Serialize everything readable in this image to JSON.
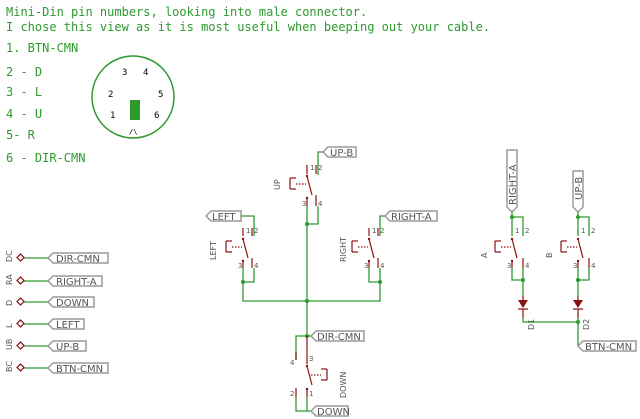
{
  "notes": {
    "line1": "Mini-Din pin numbers, looking into male connector.",
    "line2": "I chose this view as it is most useful when beeping out your cable."
  },
  "pin_legend": [
    "1. BTN-CMN",
    "2 - D",
    "3 - L",
    "4 - U",
    "5- R",
    "6 - DIR-CMN"
  ],
  "din": {
    "pins": [
      "1",
      "2",
      "3",
      "4",
      "5",
      "6"
    ],
    "key_mark": "/\\"
  },
  "connector": {
    "rows": [
      {
        "pin": "DC",
        "net": "DIR-CMN"
      },
      {
        "pin": "RA",
        "net": "RIGHT-A"
      },
      {
        "pin": "D",
        "net": "DOWN"
      },
      {
        "pin": "L",
        "net": "LEFT"
      },
      {
        "pin": "UB",
        "net": "UP-B"
      },
      {
        "pin": "BC",
        "net": "BTN-CMN"
      }
    ]
  },
  "switches": {
    "up": {
      "ref": "UP",
      "net": "UP-B"
    },
    "left": {
      "ref": "LEFT",
      "net": "LEFT"
    },
    "right": {
      "ref": "RIGHT",
      "net": "RIGHT-A"
    },
    "down": {
      "ref": "DOWN",
      "net": "DOWN"
    },
    "a": {
      "ref": "A",
      "net": "RIGHT-A"
    },
    "b": {
      "ref": "B",
      "net": "UP-B"
    },
    "pin_nums": [
      "1",
      "2",
      "3",
      "4"
    ]
  },
  "dir_common_net": "DIR-CMN",
  "btn_common_net": "BTN-CMN",
  "diodes": {
    "d1": "D1",
    "d2": "D2"
  },
  "colors": {
    "wire": "#2e9a2e",
    "symbol": "#8b1010",
    "label_border": "#9a9a9a",
    "text": "#2e9a2e"
  }
}
